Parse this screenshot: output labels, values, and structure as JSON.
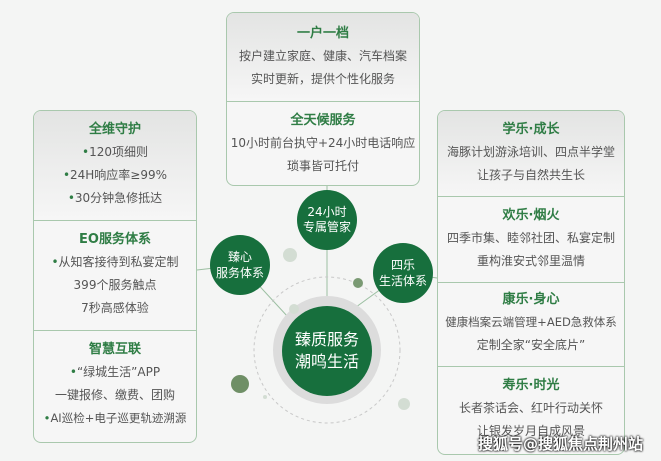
{
  "top_box": {
    "sections": [
      {
        "title": "一户一档",
        "lines": [
          "按户建立家庭、健康、汽车档案",
          "实时更新，提供个性化服务"
        ]
      },
      {
        "title": "全天候服务",
        "lines": [
          "10小时前台执守+24小时电话响应",
          "琐事皆可托付"
        ]
      }
    ]
  },
  "left_box": {
    "sections": [
      {
        "title": "全维守护",
        "lines": [
          "120项细则",
          "24H响应率≥99%",
          "30分钟急修抵达"
        ]
      },
      {
        "title": "EO服务体系",
        "lines": [
          "从知客接待到私宴定制",
          "399个服务触点",
          "7秒高感体验"
        ]
      },
      {
        "title": "智慧互联",
        "lines": [
          "“绿城生活”APP",
          "一键报修、缴费、团购",
          "AI巡检+电子巡更轨迹溯源"
        ]
      }
    ]
  },
  "right_box": {
    "sections": [
      {
        "title": "学乐·成长",
        "lines": [
          "海豚计划游泳培训、四点半学堂",
          "让孩子与自然共生长"
        ]
      },
      {
        "title": "欢乐·烟火",
        "lines": [
          "四季市集、睦邻社团、私宴定制",
          "重构淮安式邻里温情"
        ]
      },
      {
        "title": "康乐·身心",
        "lines": [
          "健康档案云端管理+AED急救体系",
          "定制全家“安全底片”"
        ]
      },
      {
        "title": "寿乐·时光",
        "lines": [
          "长者茶话会、红叶行动关怀",
          "让银发岁月自成风景"
        ]
      }
    ]
  },
  "center": {
    "line1": "臻质服务",
    "line2": "潮鸣生活"
  },
  "nodes": {
    "butler": [
      "24小时",
      "专属管家"
    ],
    "heart": [
      "臻心",
      "服务体系"
    ],
    "joy": [
      "四乐",
      "生活体系"
    ]
  },
  "watermark": "搜狐号@搜狐焦点荆州站",
  "colors": {
    "green": "#176f3d",
    "title": "#2f7d45",
    "border": "#a9c8ad"
  }
}
